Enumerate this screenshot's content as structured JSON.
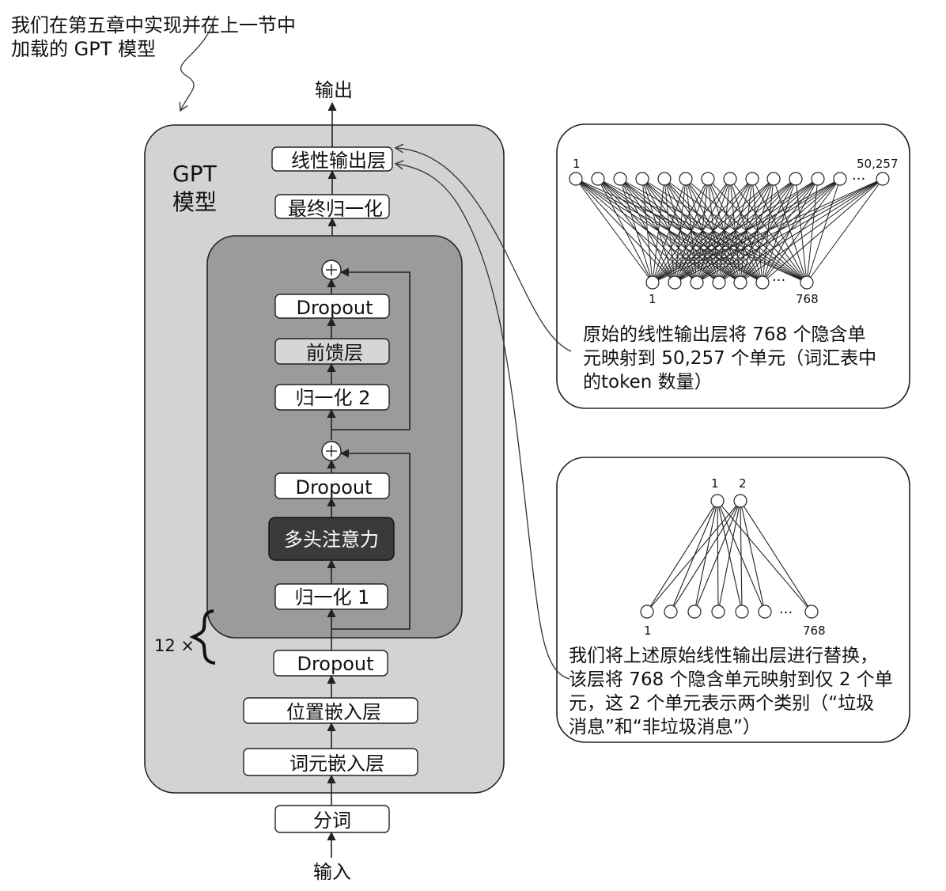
{
  "top_note": {
    "line1": "我们在第五章中实现并在上一节中",
    "line2": "加载的 GPT 模型"
  },
  "gpt_model": {
    "title_line1": "GPT",
    "title_line2": "模型",
    "output_label": "输出",
    "input_label": "输入",
    "repeat_label": "12 ×",
    "blocks": {
      "linear_output": "线性输出层",
      "final_norm": "最终归一化",
      "dropout_a": "Dropout",
      "feed_forward": "前馈层",
      "norm2": "归一化 2",
      "dropout_b": "Dropout",
      "mha": "多头注意力",
      "norm1": "归一化 1",
      "dropout_c": "Dropout",
      "pos_embed": "位置嵌入层",
      "tok_embed": "词元嵌入层",
      "tokenizer": "分词"
    },
    "plus_symbol": "+"
  },
  "panel_original": {
    "top_left_label": "1",
    "top_right_label": "50,257",
    "bottom_left_label": "1",
    "bottom_right_label": "768",
    "ellipsis": "···",
    "caption_line1": "原始的线性输出层将 768 个隐含单",
    "caption_line2": "元映射到 50,257 个单元（词汇表中",
    "caption_line3": "的token 数量）"
  },
  "panel_replacement": {
    "top_left_label": "1",
    "top_right_label": "2",
    "bottom_left_label": "1",
    "bottom_right_label": "768",
    "ellipsis": "···",
    "caption_line1": "我们将上述原始线性输出层进行替换，",
    "caption_line2": "该层将 768 个隐含单元映射到仅 2 个单",
    "caption_line3": "元，这 2 个单元表示两个类别（“垃圾",
    "caption_line4": "消息”和“非垃圾消息”）"
  },
  "colors": {
    "outer_panel": "#d3d3d3",
    "inner_block": "#9b9b9b",
    "mha_box": "#3a3a3a",
    "ffn_box": "#d6d6d6",
    "box_fill": "#ffffff",
    "stroke": "#222222"
  }
}
